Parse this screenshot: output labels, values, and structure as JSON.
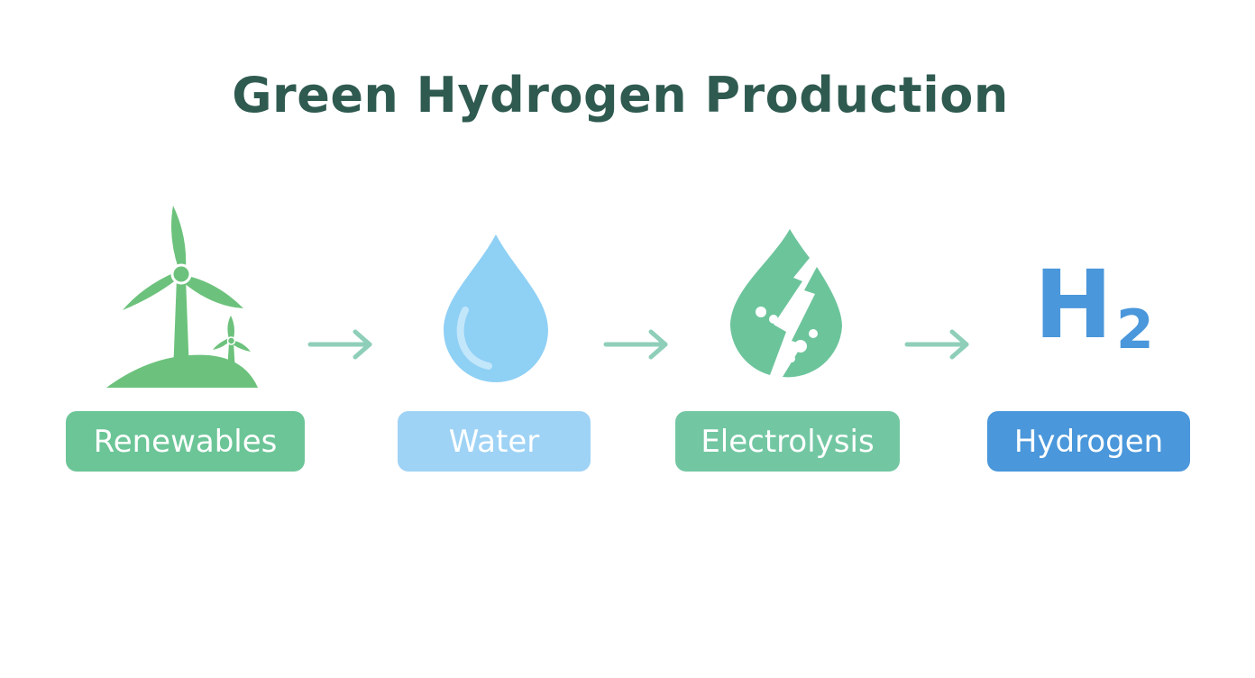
{
  "title": "Green Hydrogen Production",
  "steps": [
    {
      "label": "Renewables",
      "icon": "wind-turbine-icon",
      "color": "#6cc597"
    },
    {
      "label": "Water",
      "icon": "water-drop-icon",
      "color": "#9fd3f5"
    },
    {
      "label": "Electrolysis",
      "icon": "electrolysis-drop-icon",
      "color": "#72c7a2"
    },
    {
      "label": "Hydrogen",
      "icon": "h2-symbol-icon",
      "color": "#4a97db"
    }
  ],
  "h2_symbol": {
    "base": "H",
    "subscript": "2"
  },
  "colors": {
    "title": "#2f5a50",
    "turbine": "#6cc27c",
    "arrow": "#8fcfb9",
    "water_drop": "#8fd0f5",
    "electrolysis_drop": "#6cc49b",
    "h2": "#4a97db"
  }
}
